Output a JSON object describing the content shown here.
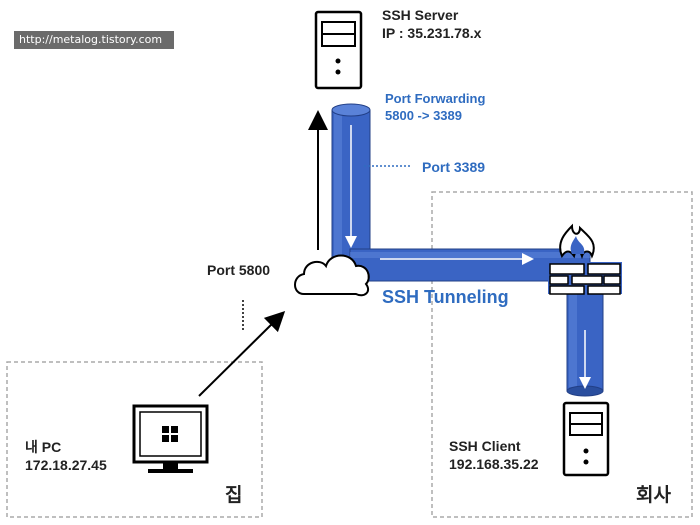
{
  "watermark": "http://metalog.tistory.com",
  "server": {
    "title": "SSH Server",
    "ip": "IP : 35.231.78.x"
  },
  "port_forwarding": {
    "title": "Port Forwarding",
    "mapping": "5800 -> 3389"
  },
  "port_3389": "Port 3389",
  "port_5800": "Port 5800",
  "tunnel_label": "SSH Tunneling",
  "my_pc": {
    "name": "내 PC",
    "ip": "172.18.27.45"
  },
  "client": {
    "name": "SSH Client",
    "ip": "192.168.35.22"
  },
  "home_label": "집",
  "company_label": "회사",
  "colors": {
    "tunnel": "#3a64c4",
    "tunnel_dark": "#2a4e9e",
    "tunnel_light": "#5a82d8",
    "label_blue": "#2f6cc0",
    "zone_border": "#aaaaaa",
    "firewall": "#3a64c4"
  },
  "icons": {
    "server": "server-icon",
    "client": "server-icon",
    "pc": "windows-monitor-icon",
    "cloud": "cloud-icon",
    "firewall": "firewall-icon"
  }
}
